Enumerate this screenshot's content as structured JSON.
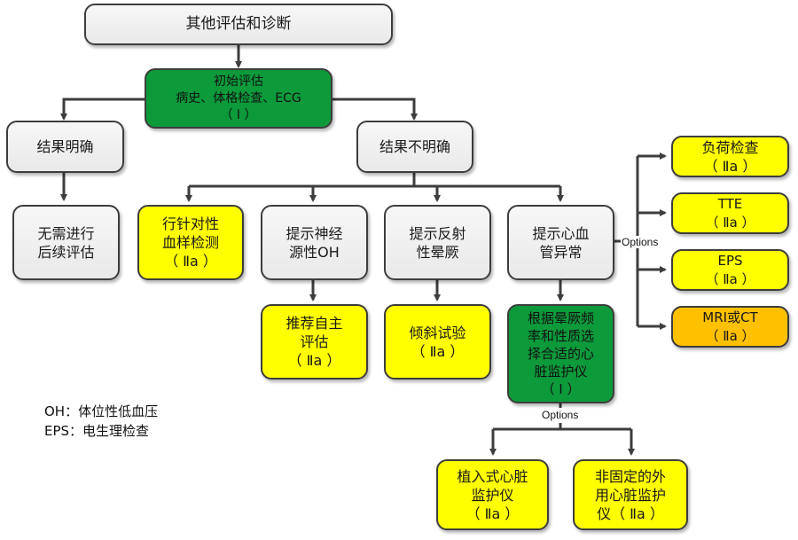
{
  "nodes": {
    "root": {
      "lines": [
        "其他评估和诊断"
      ]
    },
    "initial": {
      "lines": [
        "初始评估",
        "病史、体格检查、ECG",
        "（ Ⅰ ）"
      ]
    },
    "clear": {
      "lines": [
        "结果明确"
      ]
    },
    "unclear": {
      "lines": [
        "结果不明确"
      ]
    },
    "no_further": {
      "lines": [
        "无需进行",
        "后续评估"
      ]
    },
    "blood_test": {
      "lines": [
        "行针对性",
        "血样检测",
        "（ Ⅱa ）"
      ]
    },
    "neuro_oh": {
      "lines": [
        "提示神经",
        "源性OH"
      ]
    },
    "reflex": {
      "lines": [
        "提示反射",
        "性晕厥"
      ]
    },
    "cardio": {
      "lines": [
        "提示心血",
        "管异常"
      ]
    },
    "autonomic": {
      "lines": [
        "推荐自主",
        "评估",
        "（ Ⅱa ）"
      ]
    },
    "tilt": {
      "lines": [
        "倾斜试验",
        "（ Ⅱa ）"
      ]
    },
    "monitor": {
      "lines": [
        "根据晕厥频",
        "率和性质选",
        "择合适的心",
        "脏监护仪",
        "（ Ⅰ ）"
      ]
    },
    "stress": {
      "lines": [
        "负荷检查",
        "（ Ⅱa ）"
      ]
    },
    "tte": {
      "lines": [
        "TTE",
        "（ Ⅱa ）"
      ]
    },
    "eps": {
      "lines": [
        "EPS",
        "（ Ⅱa ）"
      ]
    },
    "mri_ct": {
      "lines": [
        "MRI或CT",
        "（ Ⅱa ）"
      ]
    },
    "implantable": {
      "lines": [
        "植入式心脏",
        "监护仪",
        "（ Ⅱa ）"
      ]
    },
    "external": {
      "lines": [
        "非固定的外",
        "用心脏监护",
        "仪（ Ⅱa ）"
      ]
    }
  },
  "edge_labels": {
    "cardio_options": "Options",
    "monitor_options": "Options"
  },
  "legend": [
    "OH：体位性低血压",
    "EPS：电生理检查"
  ],
  "colors": {
    "class_I": "#0c9a3a",
    "class_IIa": "#ffff00",
    "class_IIa_alt": "#ffc000",
    "neutral": "#eeeeee",
    "stroke": "#3d3d3d"
  }
}
